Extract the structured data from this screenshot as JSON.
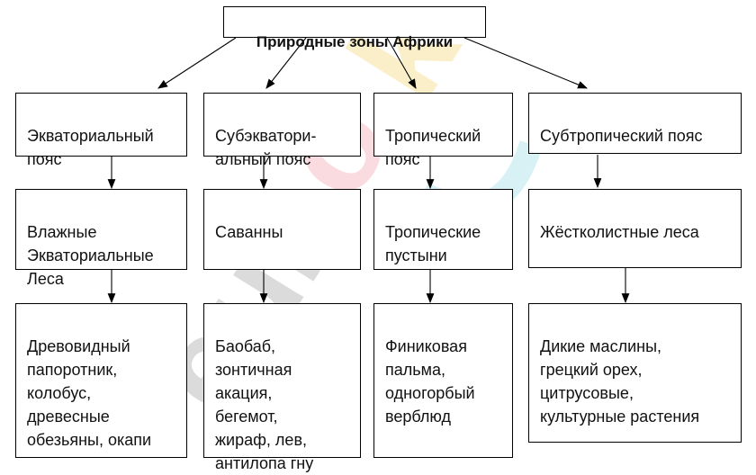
{
  "diagram": {
    "title": "Природные зоны Африки",
    "belts": [
      {
        "belt": "Экваториальный\nпояс",
        "zone": "Влажные\nЭкваториальные\nЛеса",
        "examples": "Древовидный\nпапоротник,\nколобус,\nдревесные\nобезьяны, окапи"
      },
      {
        "belt": "Субэкватори-\nальный пояс",
        "zone": "Саванны",
        "examples": "Баобаб,\nзонтичная\nакация,\nбегемот,\nжираф, лев,\nантилопа гну"
      },
      {
        "belt": "Тропический\nпояс",
        "zone": "Тропические\nпустыни",
        "examples": "Финиковая\nпальма,\nодногорбый\nверблюд"
      },
      {
        "belt": "Субтропический пояс",
        "zone": "Жёстколистные леса",
        "examples": "Дикие маслины,\nгрецкий орех,\nцитрусовые,\nкультурные растения"
      }
    ]
  },
  "watermark": {
    "text": "eurokí",
    "colors": [
      "#9a9a9a",
      "#f39aa9",
      "#a8dfe6",
      "#f6d36b"
    ]
  },
  "colors": {
    "border": "#000000",
    "text": "#111111"
  }
}
